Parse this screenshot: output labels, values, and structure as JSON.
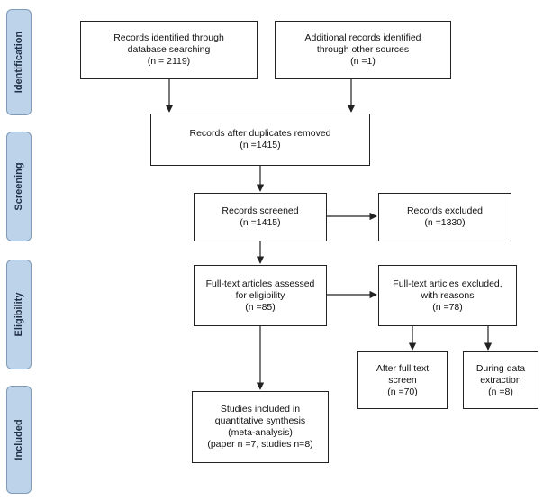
{
  "phases": {
    "identification": "Identification",
    "screening": "Screening",
    "eligibility": "Eligibility",
    "included": "Included"
  },
  "boxes": {
    "db_search": "Records identified through\ndatabase searching\n(n = 2119)",
    "other_sources": "Additional records identified\nthrough other sources\n(n =1)",
    "duplicates_removed": "Records after duplicates removed\n(n =1415)",
    "screened": "Records screened\n(n =1415)",
    "excluded": "Records excluded\n(n =1330)",
    "fulltext_assessed": "Full-text articles assessed\nfor eligibility\n(n =85)",
    "fulltext_excluded": "Full-text articles excluded,\nwith reasons\n(n =78)",
    "after_fulltext": "After full text\nscreen\n(n =70)",
    "during_extraction": "During data\nextraction\n(n =8)",
    "included": "Studies included in\nquantitative synthesis\n(meta-analysis)\n(paper n =7, studies n=8)"
  },
  "colors": {
    "phase_fill": "#bcd3ea",
    "phase_border": "#7f9bb8",
    "line": "#222222"
  }
}
